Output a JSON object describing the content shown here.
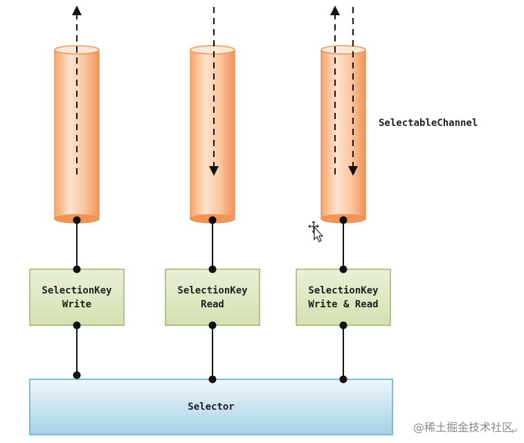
{
  "channel_label": "SelectableChannel",
  "selection_keys": [
    {
      "line1": "SelectionKey",
      "line2": "Write"
    },
    {
      "line1": "SelectionKey",
      "line2": "Read"
    },
    {
      "line1": "SelectionKey",
      "line2": "Write & Read"
    }
  ],
  "selector_label": "Selector",
  "watermark": "@稀土掘金技术社区",
  "colors": {
    "cylinder_edge": "#e8955a",
    "cylinder_fill_light": "#fde8d8",
    "cylinder_fill_mid": "#f8b98a",
    "key_fill": "#dfe9c6",
    "key_border": "#9cb56b",
    "selector_fill_top": "#eaf4fa",
    "selector_fill_bottom": "#a9d3e6",
    "selector_border": "#5fa7c9",
    "line": "#111111"
  }
}
